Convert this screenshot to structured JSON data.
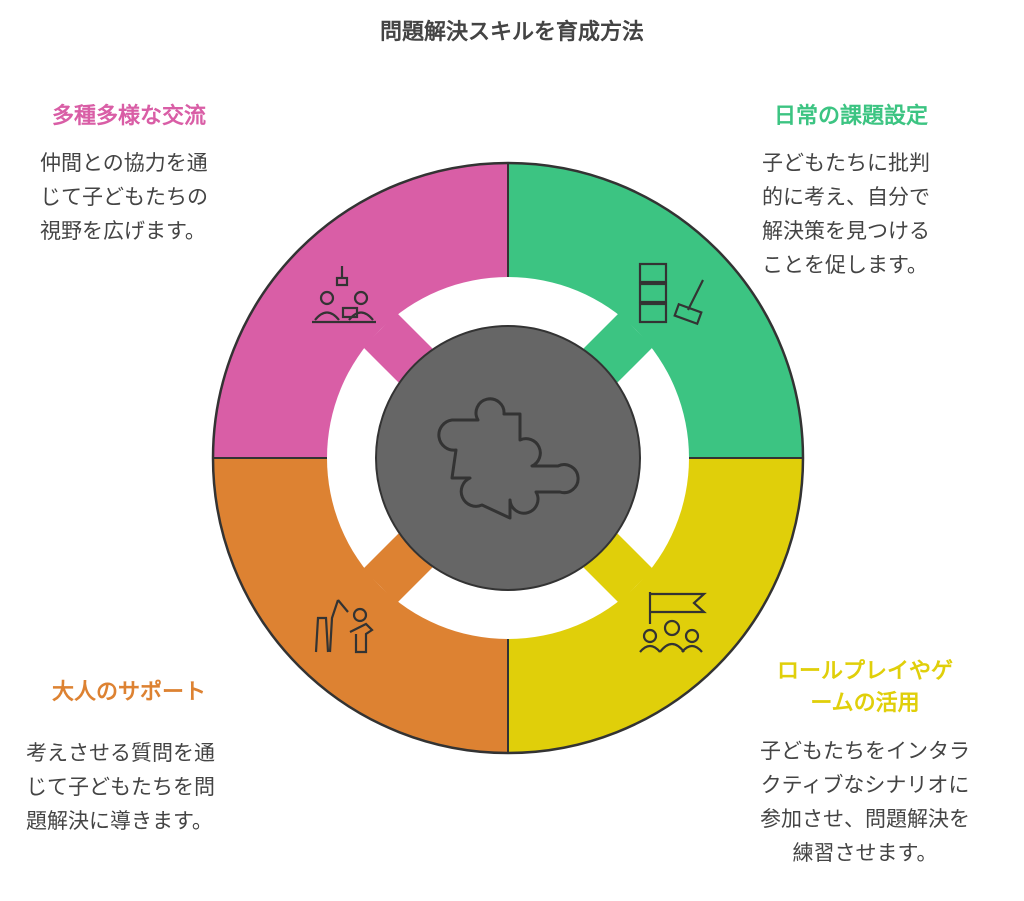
{
  "title": "問題解決スキルを育成方法",
  "colors": {
    "pink": "#D95EA6",
    "green": "#3CC482",
    "yellow": "#E0CF0A",
    "orange": "#DD8232",
    "center": "#666666",
    "outline": "#333333"
  },
  "sections": [
    {
      "heading": "多種多様な交流",
      "desc_lines": [
        "仲間との協力を通",
        "じて子どもたちの",
        "視野を広げます。"
      ],
      "icon": "people-collaborating-icon"
    },
    {
      "heading": "日常の課題設定",
      "desc_lines": [
        "子どもたちに批判",
        "的に考え、自分で",
        "解決策を見つける",
        "ことを促します。"
      ],
      "icon": "blocks-hammer-icon"
    },
    {
      "heading_lines": [
        "ロールプレイやゲ",
        "ームの活用"
      ],
      "desc_lines": [
        "子どもたちをインタラ",
        "クティブなシナリオに",
        "参加させ、問題解決を",
        "練習させます。"
      ],
      "icon": "team-flag-icon"
    },
    {
      "heading": "大人のサポート",
      "desc_lines": [
        "考えさせる質問を通",
        "じて子どもたちを問",
        "題解決に導きます。"
      ],
      "icon": "adult-child-support-icon"
    }
  ],
  "center_icon": "puzzle-piece-icon"
}
